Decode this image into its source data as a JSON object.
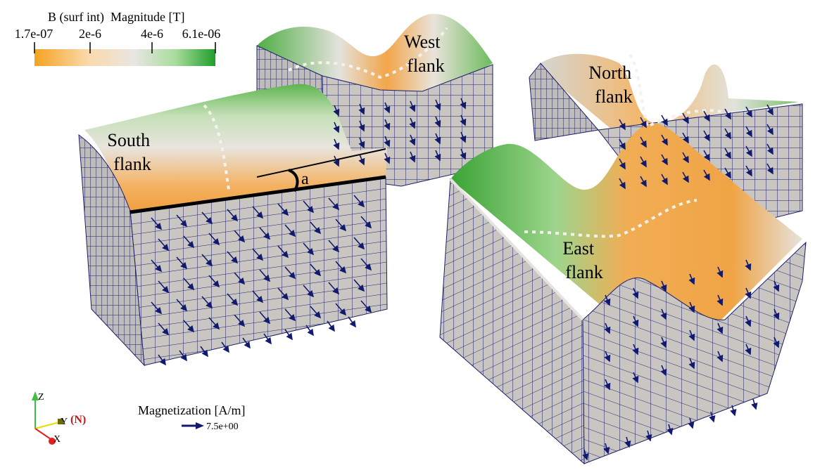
{
  "colorbar": {
    "title": "B (surf int)  Magnitude [T]",
    "ticks": [
      "1.7e-07",
      "2e-6",
      "4e-6",
      "6.1e-06"
    ],
    "color_min": "#f4a321",
    "color_mid": "#e9e6e2",
    "color_max": "#1f9e2a"
  },
  "blocks": [
    {
      "id": "south",
      "label_line1": "South",
      "label_line2": "flank"
    },
    {
      "id": "west",
      "label_line1": "West",
      "label_line2": "flank"
    },
    {
      "id": "north",
      "label_line1": "North",
      "label_line2": "flank"
    },
    {
      "id": "east",
      "label_line1": "East",
      "label_line2": "flank"
    }
  ],
  "angle_label": "a",
  "magnetization_legend": {
    "title": "Magnetization [A/m]",
    "value": "7.5e+00",
    "arrow_color": "#111a6e"
  },
  "orientation_axes": {
    "z": "Z",
    "y": "Y",
    "x": "X",
    "north_marker": "(N)",
    "z_color": "#3fbf3f",
    "y_color": "#e0e000",
    "x_color": "#e02020",
    "north_color": "#c41a1a"
  },
  "colors": {
    "mesh_line": "#1c1f6b",
    "side_face": "#c9c6c1"
  }
}
